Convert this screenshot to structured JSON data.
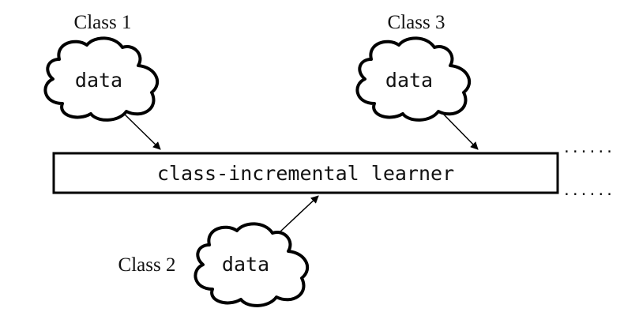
{
  "learner": {
    "label": "class-incremental learner"
  },
  "classes": [
    {
      "label": "Class 1",
      "data": "data"
    },
    {
      "label": "Class 2",
      "data": "data"
    },
    {
      "label": "Class 3",
      "data": "data"
    }
  ],
  "continuation": "......"
}
